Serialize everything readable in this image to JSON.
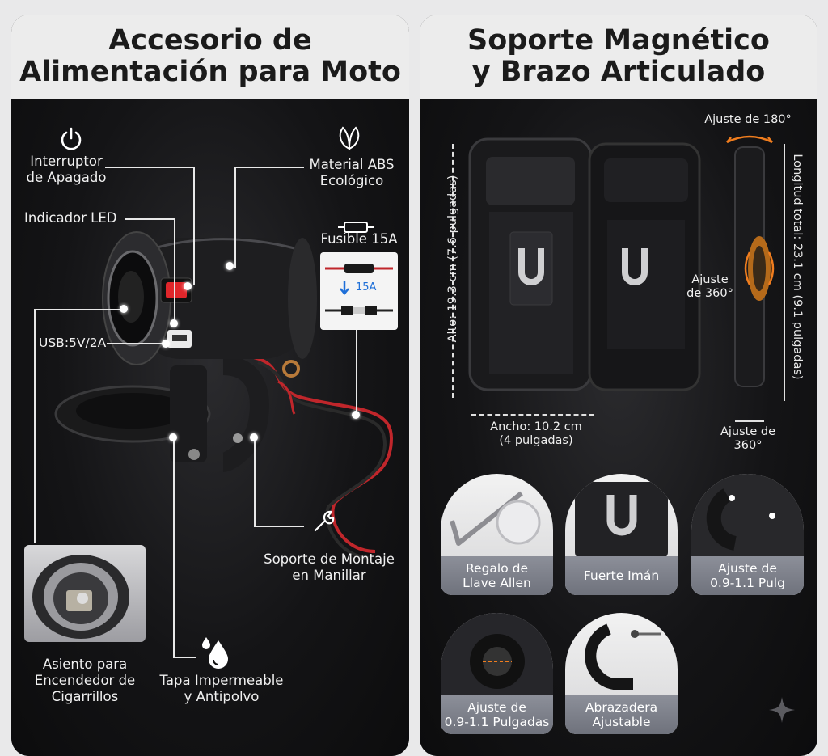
{
  "left_panel": {
    "title_line1": "Accesorio de",
    "title_line2": "Alimentación para Moto",
    "labels": {
      "power_switch": [
        "Interruptor",
        "de Apagado"
      ],
      "led": "Indicador LED",
      "material": [
        "Material ABS",
        "Ecológico"
      ],
      "fuse": "Fusible 15A",
      "fuse_tag": "15A",
      "usb": "USB:5V/2A",
      "mount": [
        "Soporte de Montaje",
        "en Manillar"
      ],
      "socket": [
        "Asiento para",
        "Encendedor de",
        "Cigarrillos"
      ],
      "cover": [
        "Tapa Impermeable",
        "y Antipolvo"
      ]
    },
    "icons": [
      "power-icon",
      "leaf-icon",
      "fuse-icon",
      "wrench-icon",
      "water-drop-icon"
    ]
  },
  "right_panel": {
    "title_line1": "Soporte Magnético",
    "title_line2": "y Brazo Articulado",
    "dims": {
      "height": "Alto: 19.3 cm (7.6 pulgadas)",
      "width_line1": "Ancho: 10.2 cm",
      "width_line2": "(4 pulgadas)",
      "length": "Longitud total: 23.1 cm (9.1 pulgadas)",
      "adjust_180": "Ajuste de 180°",
      "adjust_360_mid": [
        "Ajuste",
        "de 360°"
      ],
      "adjust_360_bottom": [
        "Ajuste de",
        "360°"
      ]
    },
    "features": [
      {
        "caption": [
          "Regalo de",
          "Llave Allen"
        ]
      },
      {
        "caption": [
          "Fuerte Imán",
          ""
        ]
      },
      {
        "caption": [
          "Ajuste de",
          "0.9-1.1 Pulg"
        ]
      },
      {
        "caption": [
          "Ajuste de",
          "0.9-1.1 Pulgadas"
        ]
      },
      {
        "caption": [
          "Abrazadera",
          "Ajustable"
        ]
      }
    ]
  },
  "colors": {
    "accent_red": "#e0262b",
    "blue_arrow": "#1e6fd8",
    "orange": "#f07d1e"
  }
}
